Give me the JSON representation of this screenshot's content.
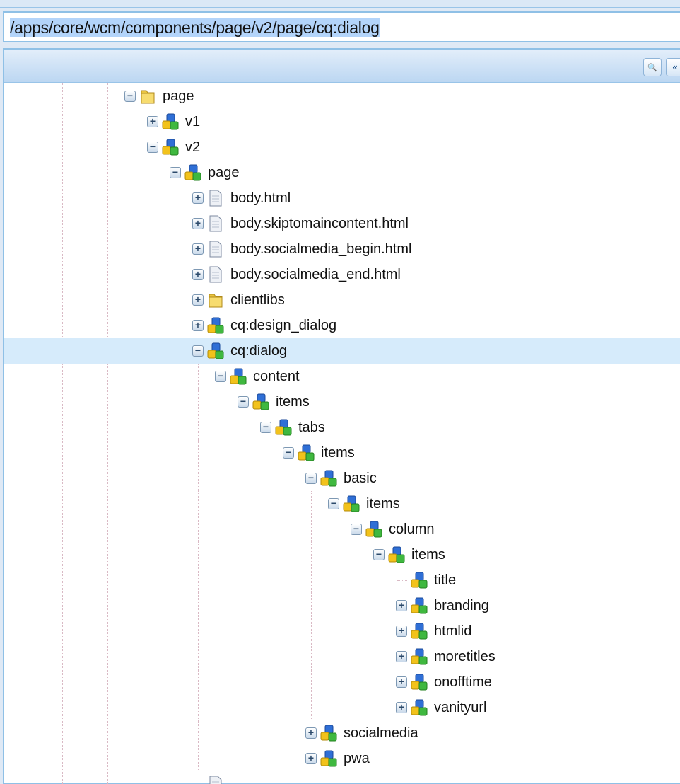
{
  "address": {
    "path": "/apps/core/wcm/components/page/v2/page/cq:dialog"
  },
  "toolbar": {
    "find_label": "🔍",
    "collapse_label": "«"
  },
  "tree": [
    {
      "depth": 0,
      "label": "page",
      "icon": "folder",
      "toggle": "minus"
    },
    {
      "depth": 1,
      "label": "v1",
      "icon": "component",
      "toggle": "plus"
    },
    {
      "depth": 1,
      "label": "v2",
      "icon": "component",
      "toggle": "minus"
    },
    {
      "depth": 2,
      "label": "page",
      "icon": "component",
      "toggle": "minus"
    },
    {
      "depth": 3,
      "label": "body.html",
      "icon": "file",
      "toggle": "plus"
    },
    {
      "depth": 3,
      "label": "body.skiptomaincontent.html",
      "icon": "file",
      "toggle": "plus"
    },
    {
      "depth": 3,
      "label": "body.socialmedia_begin.html",
      "icon": "file",
      "toggle": "plus"
    },
    {
      "depth": 3,
      "label": "body.socialmedia_end.html",
      "icon": "file",
      "toggle": "plus"
    },
    {
      "depth": 3,
      "label": "clientlibs",
      "icon": "folder",
      "toggle": "plus"
    },
    {
      "depth": 3,
      "label": "cq:design_dialog",
      "icon": "component",
      "toggle": "plus"
    },
    {
      "depth": 3,
      "label": "cq:dialog",
      "icon": "component",
      "toggle": "minus",
      "selected": true
    },
    {
      "depth": 4,
      "label": "content",
      "icon": "component",
      "toggle": "minus"
    },
    {
      "depth": 5,
      "label": "items",
      "icon": "component",
      "toggle": "minus"
    },
    {
      "depth": 6,
      "label": "tabs",
      "icon": "component",
      "toggle": "minus"
    },
    {
      "depth": 7,
      "label": "items",
      "icon": "component",
      "toggle": "minus"
    },
    {
      "depth": 8,
      "label": "basic",
      "icon": "component",
      "toggle": "minus"
    },
    {
      "depth": 9,
      "label": "items",
      "icon": "component",
      "toggle": "minus"
    },
    {
      "depth": 10,
      "label": "column",
      "icon": "component",
      "toggle": "minus"
    },
    {
      "depth": 11,
      "label": "items",
      "icon": "component",
      "toggle": "minus"
    },
    {
      "depth": 12,
      "label": "title",
      "icon": "component",
      "toggle": "none"
    },
    {
      "depth": 12,
      "label": "branding",
      "icon": "component",
      "toggle": "plus"
    },
    {
      "depth": 12,
      "label": "htmlid",
      "icon": "component",
      "toggle": "plus"
    },
    {
      "depth": 12,
      "label": "moretitles",
      "icon": "component",
      "toggle": "plus"
    },
    {
      "depth": 12,
      "label": "onofftime",
      "icon": "component",
      "toggle": "plus"
    },
    {
      "depth": 12,
      "label": "vanityurl",
      "icon": "component",
      "toggle": "plus"
    },
    {
      "depth": 8,
      "label": "socialmedia",
      "icon": "component",
      "toggle": "plus"
    },
    {
      "depth": 8,
      "label": "pwa",
      "icon": "component",
      "toggle": "plus"
    },
    {
      "depth": 3,
      "label": "",
      "icon": "file",
      "toggle": "none"
    }
  ]
}
